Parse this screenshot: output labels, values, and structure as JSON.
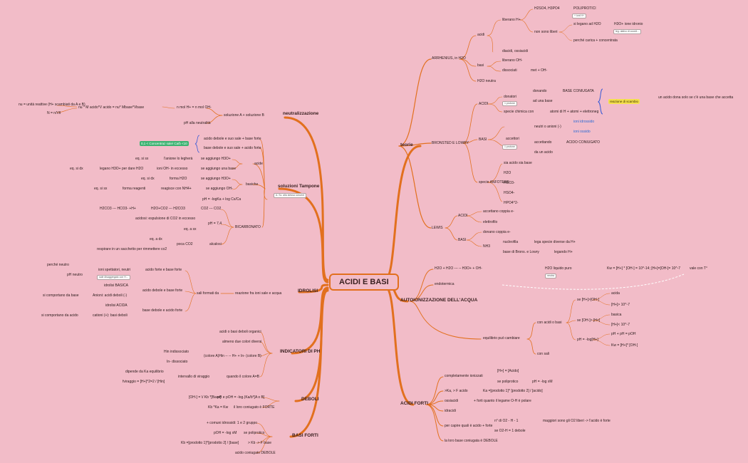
{
  "root": "ACIDI E BASI",
  "branches": {
    "teorie": "teorie",
    "autoionizzazione": "AUTOIONIZZAZIONE DELL'ACQUA",
    "acidi_forti": "ACIDI FORTI",
    "neutralizzazione": "neutralizzazione",
    "soluzioni_tampone": "soluzioni Tampone",
    "idrolisi": "IDROLISI",
    "indicatori": "INDICATORI DI PH",
    "deboli": "DEBOLI",
    "basi_forti": "BASI FORTI"
  },
  "teorie": {
    "arrhenius": "ARRHENIUS, in H2O",
    "acidi": "acidi",
    "liberano_h": "liberano H+",
    "h2so4": "H2SO4, H3PO4",
    "poliprotici": "POLIPROTICI",
    "poli_note": "+ ioni H+",
    "non_sono_liberi": "non sono liberi",
    "si_legano": "si legano ad H2O",
    "h3o": "H3O+ ione idronio",
    "h3o_note": "leg. dativo di coordi...",
    "perche_carica": "perché carica + concentrata",
    "diacidi": "diacidi, ossiacidi",
    "basi": "basi",
    "liberano_oh": "liberano OH-",
    "dissociati": "dissociati",
    "met_oh": "met + OH-",
    "h2o_neutra": "H2O neutra",
    "bronsted": "BRONSTED E LOWRY",
    "acidi2": "ACIDI",
    "donatori": "donatori",
    "donatori_note": "1 protone",
    "donando": "donando",
    "base_coniugata": "BASE CONIUGATA",
    "ad_una_base": "ad una base",
    "specie_chimica": "specie chimica con",
    "atomi_h": "atomi di H + atomi + elettroneg",
    "reazione_scambio": "reazione di scambio",
    "acido_dona": "un acido dona solo se c'è una base che accetta",
    "basi2": "BASI",
    "neutri": "neutri o anioni (-)",
    "ioni_idrossido": "ioni idrossido",
    "ioni_ossido": "ioni ossido",
    "accettori": "accettori",
    "accettori_note": "1 protone",
    "accettando": "accettando",
    "acido_coniugato": "ACIDO CONIUGATO",
    "da_un_acido": "da un acido",
    "specie_anfotere": "specie ANFOTERE",
    "sia_acido": "sia acido sia base",
    "h2o": "H2O",
    "hco3": "HCO3-",
    "hso4": "HSO4-",
    "hpo4": "HPO4^2-",
    "lewis": "LEWIS",
    "acidi3": "ACIDI",
    "accettano_coppia": "accettano coppia e-",
    "elettrofilo": "elettrofilo",
    "basi3": "BASI",
    "donano_coppia": "donano coppia e-",
    "nh3": "NH3",
    "nucleofila": "nucleofila",
    "lega_specie": "lega specie diverse da H+",
    "base_bronsted": "base di Brons. e Lowry",
    "legando_h": "legando H+"
  },
  "autoionizzazione": {
    "eq": "H2O + H2O --- -- H3O+ + OH-",
    "h2o_liquido": "H2O liquido puro",
    "kw": "Kw = [H+] * [OH-] = 10^-14; [H+]=[OH-]= 10^-7",
    "vale": "vale con T°",
    "note": "neutra",
    "endotermica": "endotermica",
    "equilibrio": "equilibrio può cambiare",
    "con_acidi": "con acidi o basi",
    "se_h": "se [H+]>[OH-]",
    "acida": "acida",
    "h_gt": "[H+]> 10^-7",
    "se_oh": "se [OH-]> [H+]",
    "basica": "basica",
    "h_lt": "[H+]< 10^-7",
    "ph_log": "pH = -log[H+]",
    "ph_poh": "pH + pH = pOH",
    "kw2": "Kw = [H+]* [OH-]",
    "con_sali": "con sali"
  },
  "acidi_forti": {
    "completamente": "completamente ionizzati",
    "h_acido": "[H+] = [Acido]",
    "se_poliprotico": "se poliprotico",
    "ph_xm": "pH = -log xM",
    "ka": ">Ka, > F acido",
    "ka_formula": "Ka =[prodotto 1]^ [prodotto 2] / [acido]",
    "ossiacidi": "ossiacidi",
    "forti_quanto": "+ forti quanto il legame O-H è polare",
    "idracidi": "idracidi",
    "per_capire": "per capire quali è acido + forte",
    "n_o_h": "n° di O2 - H - 1",
    "maggiori": "maggiori sono gli O2 liberi -> l'acido è forte",
    "se_o2": "se O2-H = 1 debole",
    "la_loro_base": "la loro base coniugata è DEBOLE"
  },
  "neutralizzazione": {
    "nu_unita": "nu = unità reattive (H+ scambiati da A e B)",
    "nu_formula": "nu * M acido*V acido = nu* Mbase*Vbase",
    "n_mol": "n mol H+ = n mol OH-",
    "n_formula": "N = n/Vtl",
    "soluzione": "soluzione A + soluzione B",
    "ph_neutralita": "pH alla neutralità"
  },
  "tampone": {
    "acido_debole": "acido debole e suo sale + base forte",
    "base_debole": "base debole e suo sale + acido forte",
    "tag": "0,1 < Concentraz sale/ Ca/b <10",
    "acide": "acide",
    "eq_si_sx": "eq. si sx",
    "lanione": "l'anione lo legherà",
    "se_aggiungo_h3o": "se aggiungo H3O+",
    "eq_si_dx": "eq. si dx",
    "legano": "legano H3O+ per dare H2O",
    "ioni_oh": "ioni OH- in eccesso",
    "se_aggiungo_base": "se aggiungo una base",
    "basiche": "basiche",
    "eq_si_dx2": "eq. si dx",
    "forma_h2o": "forma H2O",
    "se_aggiungo_h3o2": "se aggiungo H3O+",
    "eq_si_sx2": "eq. si sx",
    "forma_reagenti": "forma reagenti",
    "reagisce": "reagisce con NH4+",
    "se_aggiungo_oh": "se aggiungo OH-",
    "note": "A. Sc. alla stessa concent",
    "ph_formula": "pH = -logKa + log Cs/Ca",
    "bicarbonato": "BICARBONATO",
    "h2co3": "H2CO3 --- HCO3- +H+",
    "h2o_co2": "H2O+CO2 --- H2CO3",
    "co2": "CO2 --- CO2",
    "acidosi": "acidosi: espulsione di CO2 in eccesso",
    "ph_74": "pH = 7,4",
    "eq_a_sx": "eq. a sx",
    "eq_a_dx": "eq. a dx",
    "poca_co2": "poca CO2",
    "alcalosi": "alcalosi",
    "respirare": "respirare in un sacchetto per rimmettere co2"
  },
  "idrolisi": {
    "perche_neutro": "perché neutro",
    "ioni_spettatori": "ioni spettatori, neutri",
    "ph_neutro": "pH neutro",
    "ph_note": "sale disaggregato con H...",
    "acido_forte_base_forte": "acido forte e base forte",
    "idrolisi_basica": "idrolisi BASICA",
    "si_comporta_base": "si comportano da base",
    "anioni": "Anioni: acidi deboli (-)",
    "acido_debole_base_forte": "acido debole e base forte",
    "sali_formati": "sali formati da",
    "reazione": "reazione fra ioni sale e acqua",
    "idrolisi_acida": "idrolisi ACIDA",
    "si_comporta_acido": "si comportano da acido",
    "cationi": "cationi (+): basi deboli",
    "base_debole_acido_forte": "base debole e acido forte"
  },
  "indicatori": {
    "acidi_basi": "acidi o basi deboli organici",
    "almeno": "almeno due colori diversi",
    "hin_ind": "Hin indissociato",
    "colore": "(colore A)Hin -- -- H+ + In- (colore B)",
    "in_diss": "In- dissociato",
    "dipende": "dipende da Ka equilibrio",
    "intervallo": "intervallo di viraggio",
    "viraggio": "fviraggio = [H+]^2=2 / [Hin]",
    "quando": "quando il colore A=B"
  },
  "deboli": {
    "oh_formula": "[OH-] = \\/ Kb *[Base]",
    "ph_poh": "pH e pOH = -log.(Ka/b*[A o B]",
    "kb_ka": "Kb *Ka = Kw",
    "il_loro": "il loro coniugato è FORTE"
  },
  "basi_forti": {
    "comuni": "+ comuni idrossidi: 1 e 2 gruppo",
    "poh": "pOH = -log xM",
    "se_poliprotico": "se poliprotico",
    "kb": "Kb =[prodotto 1]^[prodotto 2] / [base]",
    "kb_f": "> Kb -> F base",
    "acido_debole": "acido coniugato DEBOLE"
  },
  "colors": {
    "edge": "#e2701e",
    "background": "#f2bcc8",
    "tag_green": "#3cb371",
    "tag_yellow": "#f4e04d",
    "bracket": "#3b5bd6"
  }
}
